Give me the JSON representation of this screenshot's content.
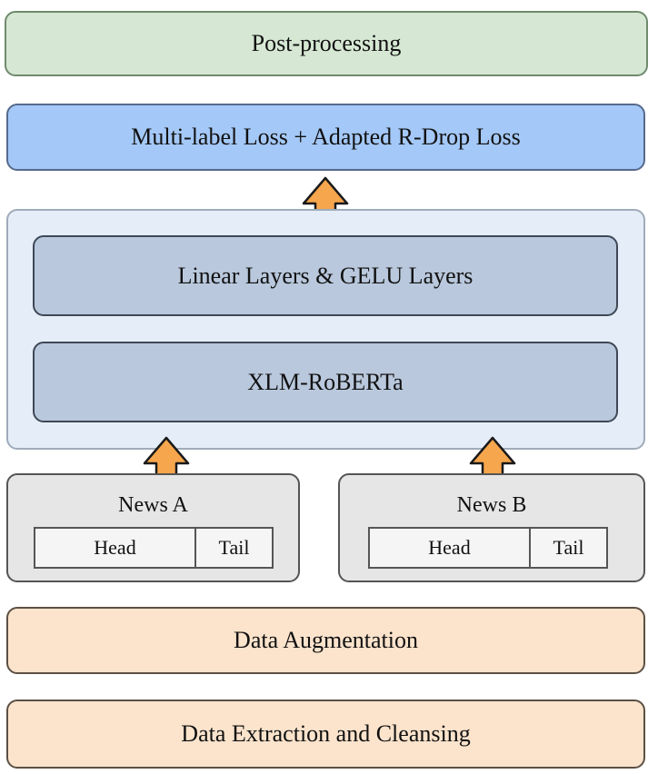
{
  "post_processing": "Post-processing",
  "loss": "Multi-label Loss + Adapted R-Drop Loss",
  "model": {
    "linear": "Linear Layers & GELU Layers",
    "encoder": "XLM-RoBERTa"
  },
  "news_a": {
    "title": "News A",
    "head": "Head",
    "tail": "Tail"
  },
  "news_b": {
    "title": "News B",
    "head": "Head",
    "tail": "Tail"
  },
  "data_augmentation": "Data Augmentation",
  "data_extraction": "Data Extraction and Cleansing",
  "colors": {
    "arrow_fill": "#f6a64c",
    "arrow_stroke": "#1a1a1a"
  }
}
